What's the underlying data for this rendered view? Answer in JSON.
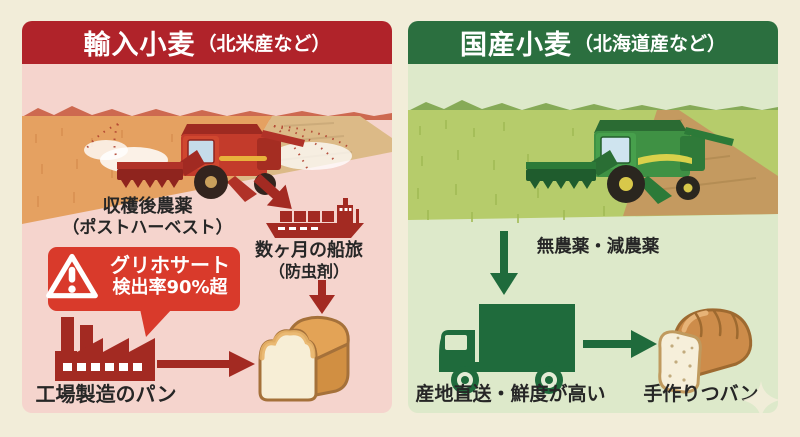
{
  "colors": {
    "page_bg": "#f2edd9",
    "panel_pink": "#f5d4cd",
    "header_red": "#b0232a",
    "dark_red": "#a32a22",
    "warning_red": "#d93a2b",
    "panel_green": "#dde9ca",
    "header_green": "#2b6f3f",
    "dark_green": "#1f6b3c",
    "text_dark": "#262626"
  },
  "left": {
    "header": {
      "title": "輸入小麦",
      "subtitle": "（北米産など）"
    },
    "labels": {
      "post_harvest_1": "収穫後農薬",
      "post_harvest_2": "（ポストハーベスト）",
      "ship_1": "数ヶ月の船旅",
      "ship_2": "（防虫剤）",
      "warning_1": "グリホサート",
      "warning_2": "検出率90%超",
      "factory": "工場製造のパン"
    }
  },
  "right": {
    "header": {
      "title": "国産小麦",
      "subtitle": "（北海道産など）"
    },
    "labels": {
      "no_pesticide": "無農薬・減農薬",
      "direct_delivery": "産地直送・鮮度が高い",
      "handmade_bread": "手作りつバン"
    }
  }
}
